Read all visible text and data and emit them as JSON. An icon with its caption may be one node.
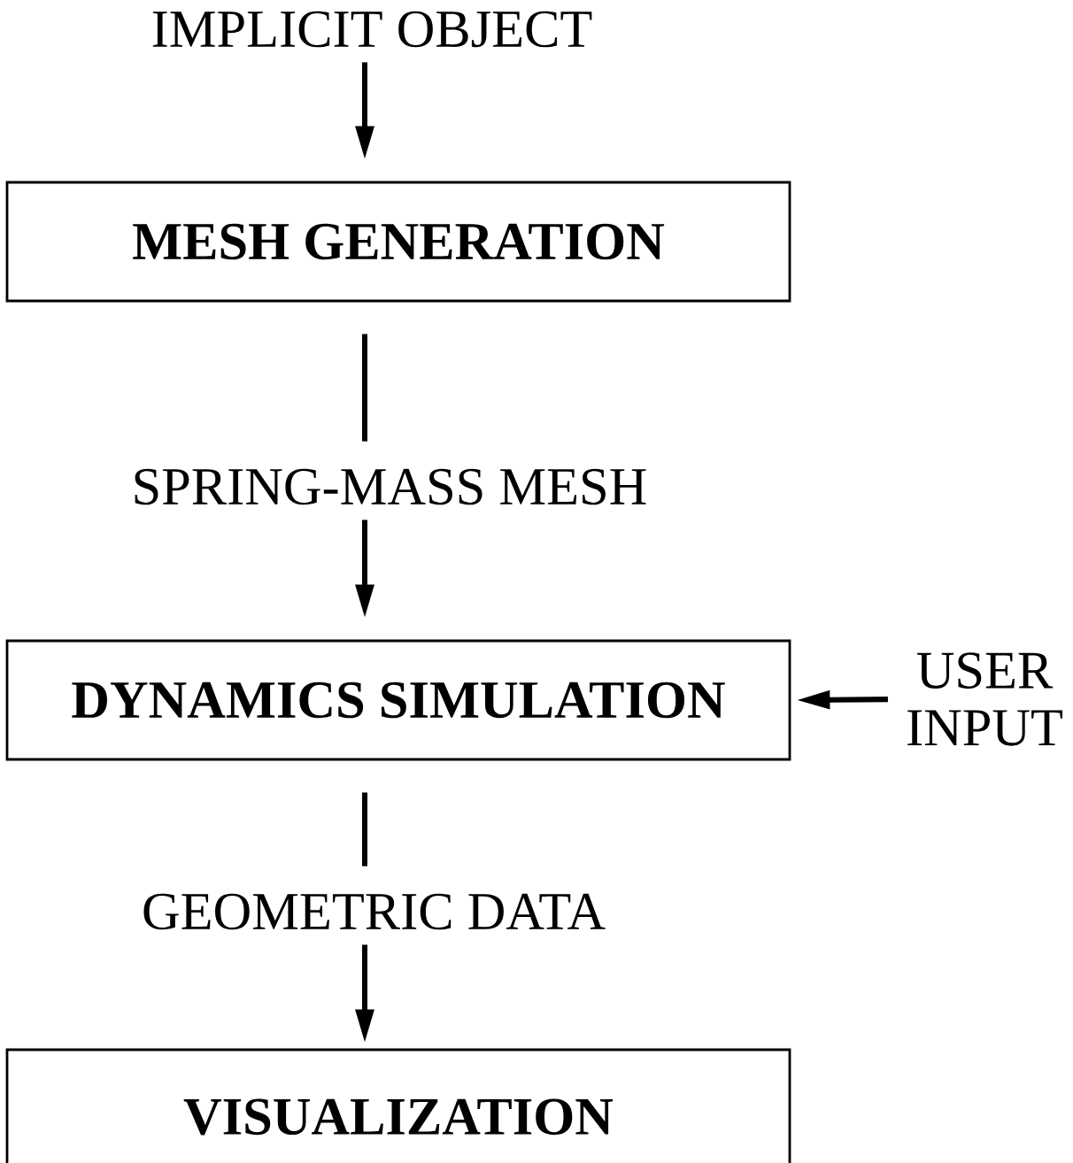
{
  "diagram": {
    "nodes": [
      {
        "text": [
          "IMPLICIT OBJECT"
        ]
      },
      {
        "text": [
          "MESH GENERATION"
        ]
      },
      {
        "text": [
          "SPRING-MASS MESH"
        ]
      },
      {
        "text": [
          "DYNAMICS SIMULATION"
        ]
      },
      {
        "text": [
          "USER INPUT"
        ]
      },
      {
        "text": [
          "GEOMETRIC DATA"
        ]
      },
      {
        "text": [
          "VISUALIZATION"
        ]
      }
    ],
    "edges": [
      {
        "from": 0,
        "to": 1,
        "arrow": "to"
      },
      {
        "from": 1,
        "to": 2,
        "arrow": "none"
      },
      {
        "from": 2,
        "to": 3,
        "arrow": "to"
      },
      {
        "from": 4,
        "to": 3,
        "arrow": "to"
      },
      {
        "from": 3,
        "to": 5,
        "arrow": "none"
      },
      {
        "from": 5,
        "to": 6,
        "arrow": "to"
      }
    ]
  }
}
